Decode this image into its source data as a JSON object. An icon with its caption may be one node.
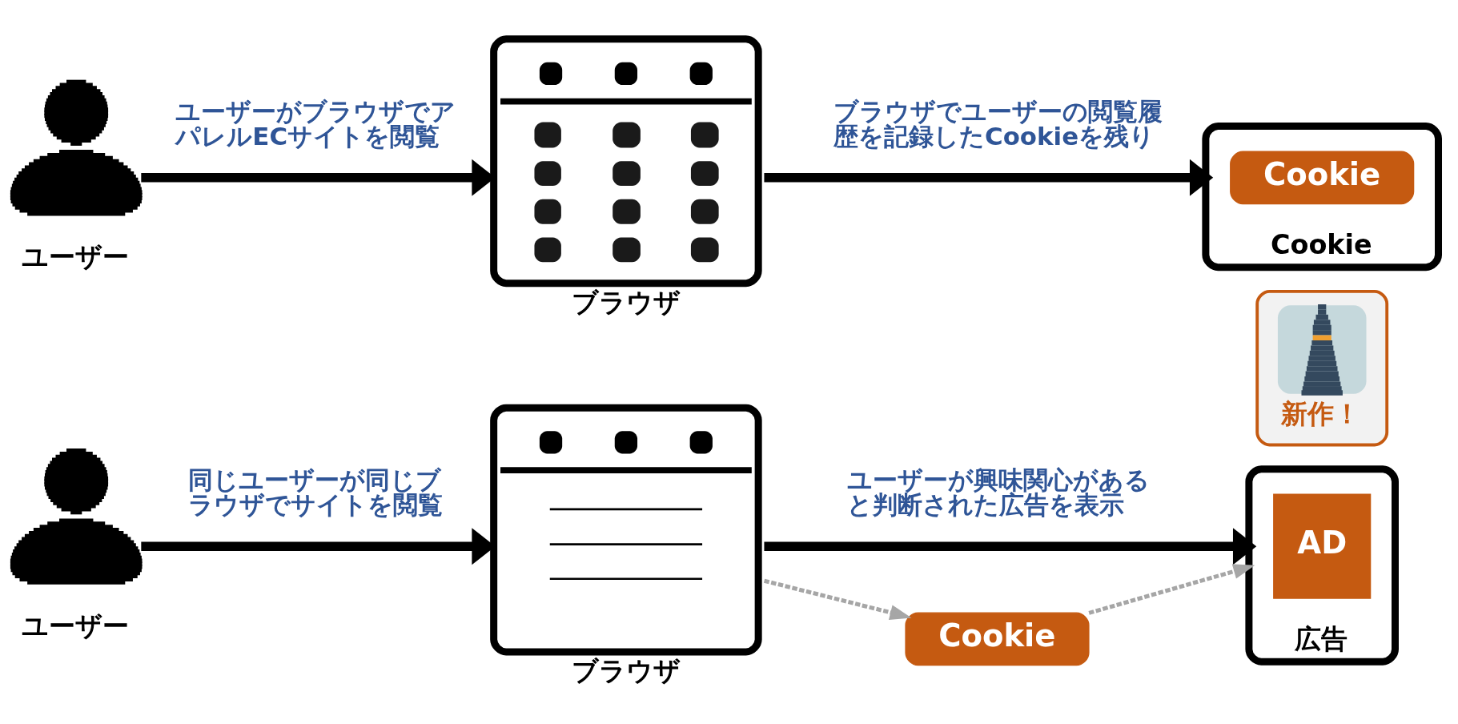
{
  "diagram": {
    "nodes": [
      {
        "text": [],
        "shape": "person",
        "beside": [
          "ユーザー"
        ]
      },
      {
        "text": [],
        "shape": "picture",
        "beside": [
          "ブラウザ"
        ]
      },
      {
        "text": [],
        "shape": "picture",
        "beside": [
          "Cookie"
        ]
      },
      {
        "text": [
          "Cookie"
        ],
        "in": 2
      },
      {
        "text": [],
        "shape": "person",
        "beside": [
          "ユーザー"
        ]
      },
      {
        "text": [],
        "shape": "picture",
        "beside": [
          "ブラウザ"
        ]
      },
      {
        "text": [],
        "shape": "picture",
        "beside": [
          "広告"
        ]
      },
      {
        "text": [
          "AD"
        ],
        "in": 6
      },
      {
        "text": [
          "新作！"
        ]
      },
      {
        "text": [
          "Cookie"
        ]
      }
    ],
    "edges": [
      {
        "from": 0,
        "to": 1,
        "arrow": "to",
        "label": "ユーザーがブラウザでアパレルECサイトを閲覧"
      },
      {
        "from": 1,
        "to": 2,
        "arrow": "to",
        "label": "ブラウザでユーザーの閲覧履歴を記録したCookieを残り"
      },
      {
        "from": 4,
        "to": 5,
        "arrow": "to",
        "label": "同じユーザーが同じブラウザでサイトを閲覧"
      },
      {
        "from": 5,
        "to": 6,
        "arrow": "to",
        "label": "ユーザーが興味関心があると判断された広告を表示"
      },
      {
        "from": 5,
        "to": 9,
        "arrow": "to",
        "style": "dashed",
        "color": "#a6a6a6"
      },
      {
        "from": 9,
        "to": 6,
        "arrow": "to",
        "style": "dashed",
        "color": "#a6a6a6"
      }
    ]
  }
}
